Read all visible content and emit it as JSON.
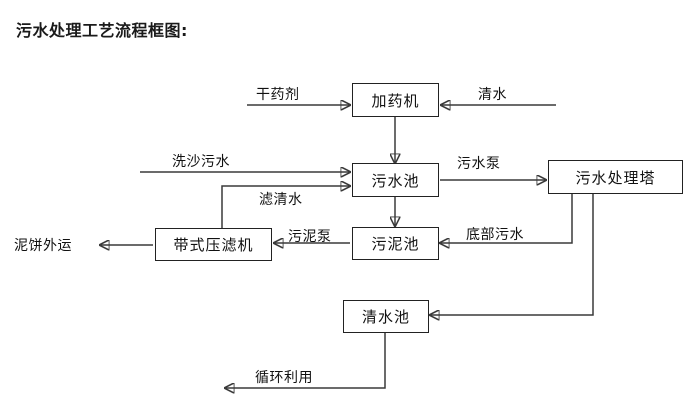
{
  "title": "污水处理工艺流程框图:",
  "diagram": {
    "type": "flowchart",
    "nodes": [
      {
        "id": "dosing_machine",
        "label": "加药机"
      },
      {
        "id": "wastewater_pool",
        "label": "污水池"
      },
      {
        "id": "treatment_tower",
        "label": "污水处理塔"
      },
      {
        "id": "belt_filter_press",
        "label": "带式压滤机"
      },
      {
        "id": "sludge_pool",
        "label": "污泥池"
      },
      {
        "id": "clear_water_pool",
        "label": "清水池"
      }
    ],
    "edge_labels": {
      "dry_chemical": "干药剂",
      "clean_water": "清水",
      "sand_wash_wastewater": "洗沙污水",
      "filtered_clear_water": "滤清水",
      "wastewater_pump": "污水泵",
      "sludge_pump": "污泥泵",
      "bottom_wastewater": "底部污水",
      "mud_cake_out": "泥饼外运",
      "recycle_reuse": "循环利用"
    },
    "edges": [
      {
        "from": "干药剂",
        "to": "加药机",
        "label": "干药剂"
      },
      {
        "from": "清水",
        "to": "加药机",
        "label": "清水"
      },
      {
        "from": "加药机",
        "to": "污水池",
        "label": ""
      },
      {
        "from": "洗沙污水",
        "to": "污水池",
        "label": "洗沙污水"
      },
      {
        "from": "带式压滤机",
        "to": "污水池",
        "label": "滤清水"
      },
      {
        "from": "污水池",
        "to": "污水处理塔",
        "label": "污水泵"
      },
      {
        "from": "污水池",
        "to": "污泥池",
        "label": ""
      },
      {
        "from": "污泥池",
        "to": "带式压滤机",
        "label": "污泥泵"
      },
      {
        "from": "污水处理塔",
        "to": "污泥池",
        "label": "底部污水"
      },
      {
        "from": "污水处理塔",
        "to": "清水池",
        "label": ""
      },
      {
        "from": "带式压滤机",
        "to": "泥饼外运",
        "label": "泥饼外运"
      },
      {
        "from": "清水池",
        "to": "循环利用",
        "label": "循环利用"
      }
    ]
  },
  "colors": {
    "background": "#ffffff",
    "box_border": "#222222",
    "line": "#3a3a3a",
    "text": "#111111"
  }
}
